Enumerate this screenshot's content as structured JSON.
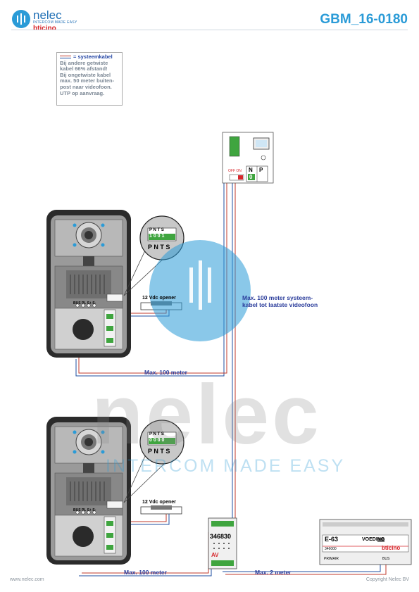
{
  "header": {
    "logo_name": "nelec",
    "logo_tagline": "INTERCOM MADE EASY",
    "logo_brand": "bticino",
    "document_id": "GBM_16-0180"
  },
  "note": {
    "legend_label": "= systeemkabel",
    "lines": [
      "Bij andere getwiste",
      "kabel 66% afstand!",
      "Bij ongetwiste kabel",
      "max. 50 meter buiten-",
      "post naar videofoon.",
      "UTP op aanvraag."
    ]
  },
  "labels": {
    "opener_top": "12 Vdc opener",
    "opener_bottom": "12 Vdc opener",
    "dist_panels": "Max. 100 meter",
    "dist_bottom": "Max. 100 meter",
    "dist_power": "Max. 2 meter",
    "system_cable_1": "Max. 100 meter systeem-",
    "system_cable_2": "kabel tot laatste videofoon"
  },
  "panel": {
    "terminal_header": "P N T S",
    "terminal_top_values": "1 0 0 1",
    "terminal_bottom_values": "0 0 0 0",
    "terminal_caption": "P N T S",
    "bus_terminals": "BUS PL S+ S-"
  },
  "videophone": {
    "switch_label": "OFF ON",
    "np_labels": [
      "N",
      "P"
    ],
    "np_value": "0"
  },
  "av_module": {
    "code": "346830",
    "tag": "AV"
  },
  "power_supply": {
    "model": "E-63",
    "name": "VOEDING",
    "code": "346000",
    "brand": "bticino",
    "primary": "PRIMAIR",
    "bus": "BUS"
  },
  "watermark": {
    "word": "nelec",
    "tagline": "INTERCOM MADE EASY"
  },
  "footer": {
    "website": "www.nelec.com",
    "copyright": "Copyright Nelec BV"
  },
  "colors": {
    "brand_blue": "#2a9bd7",
    "cable_red": "#c0392b",
    "cable_blue": "#1f4fa0",
    "label_blue": "#2c3e9c"
  }
}
